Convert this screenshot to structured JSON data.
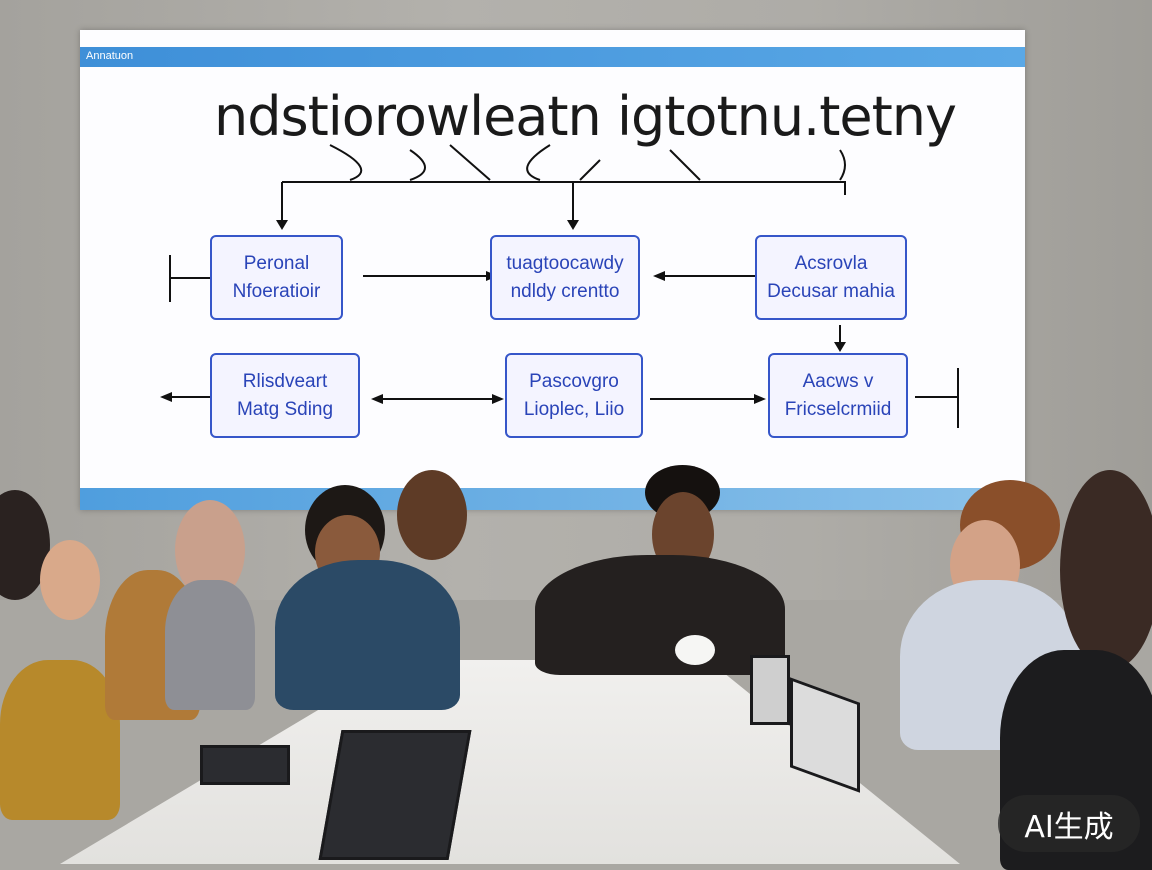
{
  "slide": {
    "header_label": "Annatuon",
    "title": "ndstiorowleatn igtotnu.tetny",
    "boxes": [
      {
        "line1": "Peronal",
        "line2": "Nfoeratioir"
      },
      {
        "line1": "tuagtoocawdy",
        "line2": "ndldy crentto"
      },
      {
        "line1": "Acsrovla",
        "line2": "Decusar mahia"
      },
      {
        "line1": "Rlisdveart",
        "line2": "Matg Sding"
      },
      {
        "line1": "Pascovgro",
        "line2": "Lioplec, Liio"
      },
      {
        "line1": "Aacws v",
        "line2": "Fricselcrmiid"
      }
    ]
  },
  "watermark": "AI生成"
}
